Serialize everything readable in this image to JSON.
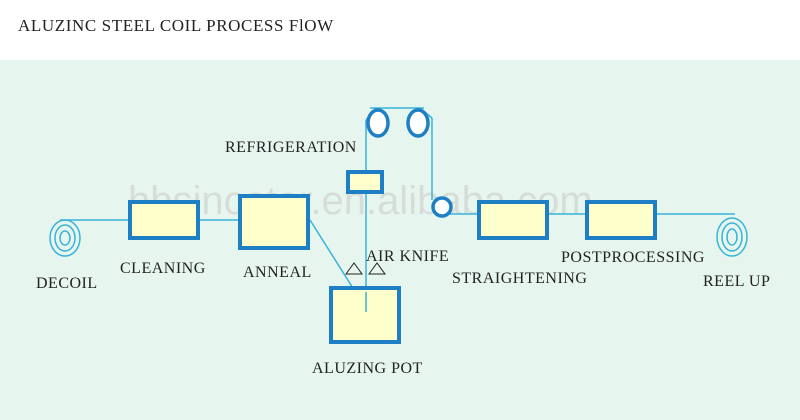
{
  "header": {
    "title": "ALUZINC STEEL COIL PROCESS FlOW"
  },
  "watermark": "hbsinostar.en.alibaba.com",
  "colors": {
    "background": "#e6f6ee",
    "box_stroke": "#1f7fc4",
    "box_fill": "#ffffcc",
    "line": "#39b3d8",
    "coil_ring": "#39b3d8",
    "text": "#222222"
  },
  "stages": {
    "decoil": "DECOIL",
    "cleaning": "CLEANING",
    "anneal": "ANNEAL",
    "refrigeration": "REFRIGERATION",
    "air_knife": "AIR KNIFE",
    "aluzing_pot": "ALUZING POT",
    "straightening": "STRAIGHTENING",
    "postprocessing": "POSTPROCESSING",
    "reel_up": "REEL UP"
  }
}
